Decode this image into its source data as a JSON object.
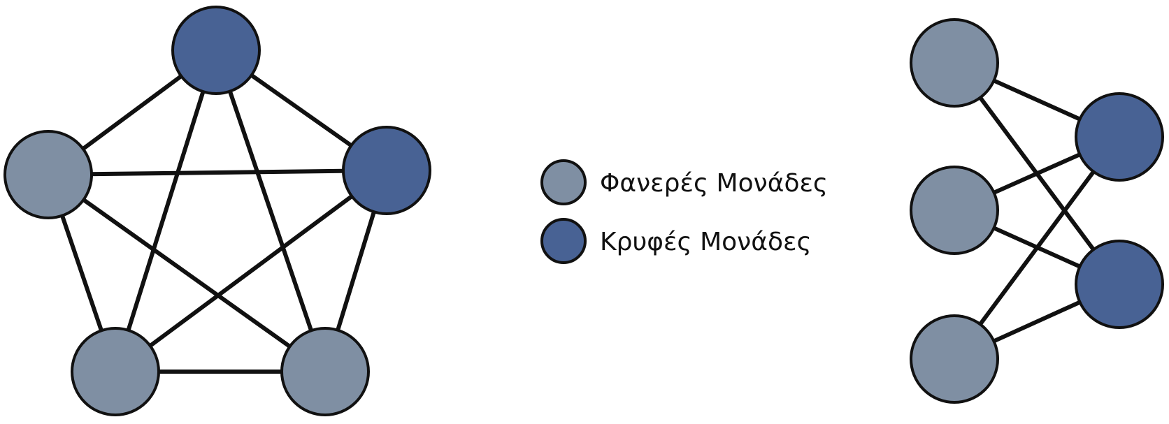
{
  "colors": {
    "visible": "#7f8fa3",
    "hidden": "#486294",
    "stroke": "#111111",
    "background": "#ffffff"
  },
  "legend": {
    "visible_label": "Φανερές Μονάδες",
    "hidden_label": "Κρυφές Μονάδες"
  },
  "left_graph": {
    "type": "fully-connected",
    "nodes": [
      {
        "id": "L1",
        "kind": "hidden"
      },
      {
        "id": "L2",
        "kind": "visible"
      },
      {
        "id": "L3",
        "kind": "hidden"
      },
      {
        "id": "L4",
        "kind": "visible"
      },
      {
        "id": "L5",
        "kind": "visible"
      }
    ],
    "edges": [
      [
        "L1",
        "L2"
      ],
      [
        "L1",
        "L3"
      ],
      [
        "L1",
        "L4"
      ],
      [
        "L1",
        "L5"
      ],
      [
        "L2",
        "L3"
      ],
      [
        "L2",
        "L4"
      ],
      [
        "L2",
        "L5"
      ],
      [
        "L3",
        "L4"
      ],
      [
        "L3",
        "L5"
      ],
      [
        "L4",
        "L5"
      ]
    ]
  },
  "right_graph": {
    "type": "bipartite",
    "nodes": [
      {
        "id": "R1",
        "kind": "visible"
      },
      {
        "id": "R2",
        "kind": "visible"
      },
      {
        "id": "R3",
        "kind": "visible"
      },
      {
        "id": "R4",
        "kind": "hidden"
      },
      {
        "id": "R5",
        "kind": "hidden"
      }
    ],
    "edges": [
      [
        "R1",
        "R4"
      ],
      [
        "R1",
        "R5"
      ],
      [
        "R2",
        "R4"
      ],
      [
        "R2",
        "R5"
      ],
      [
        "R3",
        "R4"
      ],
      [
        "R3",
        "R5"
      ]
    ]
  }
}
